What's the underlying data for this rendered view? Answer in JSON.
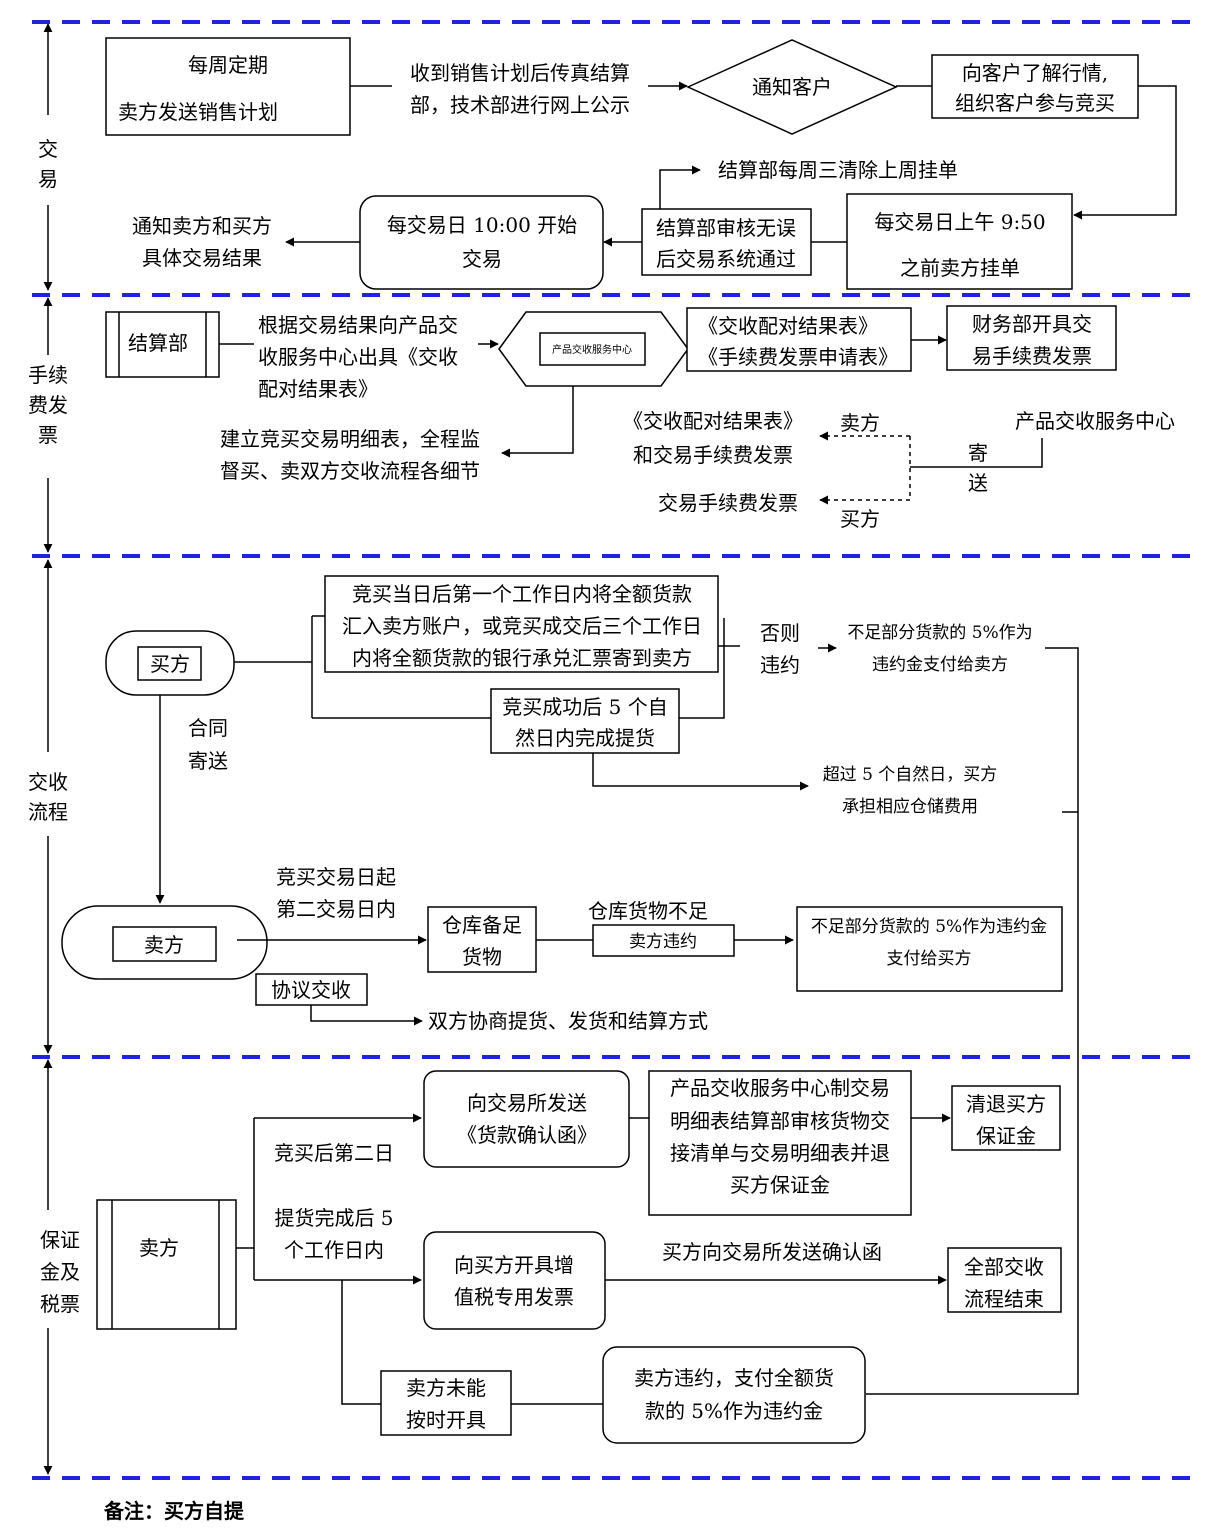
{
  "sections": {
    "trade": [
      "交",
      "易"
    ],
    "fee": [
      "手续",
      "费发",
      "票"
    ],
    "delivery": [
      "交收",
      "流程"
    ],
    "deposit": [
      "保证",
      "金及",
      "税票"
    ]
  },
  "trade": {
    "weekly": [
      "每周定期",
      "卖方发送销售计划"
    ],
    "receive_plan": [
      "收到销售计划后传真结算",
      "部，技术部进行网上公示"
    ],
    "notify_customer": "通知客户",
    "understand_market": [
      "向客户了解行情,",
      "组织客户参与竞买"
    ],
    "clear_orders": "结算部每周三清除上周挂单",
    "seller_listing": [
      "每交易日上午 9:50",
      "之前卖方挂单"
    ],
    "settle_review": [
      "结算部审核无误",
      "后交易系统通过"
    ],
    "start_trade": [
      "每交易日 10:00 开始",
      "交易"
    ],
    "notify_result": [
      "通知卖方和买方",
      "具体交易结果"
    ]
  },
  "fee": {
    "settlement_dept": "结算部",
    "issue_table": [
      "根据交易结果向产品交",
      "收服务中心出具《交收",
      "配对结果表》"
    ],
    "service_center": "产品交收服务中心",
    "docs": [
      "《交收配对结果表》",
      "《手续费发票申请表》"
    ],
    "finance_invoice": [
      "财务部开具交",
      "易手续费发票"
    ],
    "supervise": [
      "建立竞买交易明细表，全程监",
      "督买、卖双方交收流程各细节"
    ],
    "center_label": "产品交收服务中心",
    "send": [
      "寄",
      "送"
    ],
    "seller": "卖方",
    "buyer": "买方",
    "seller_docs": [
      "《交收配对结果表》",
      "和交易手续费发票"
    ],
    "buyer_docs": "交易手续费发票"
  },
  "delivery": {
    "buyer": "买方",
    "payment_rule": [
      "竞买当日后第一个工作日内将全额货款",
      "汇入卖方账户，或竞买成交后三个工作日",
      "内将全额货款的银行承兑汇票寄到卖方"
    ],
    "otherwise": [
      "否则",
      "违约"
    ],
    "buyer_penalty": [
      "不足部分货款的 5%作为",
      "违约金支付给卖方"
    ],
    "pickup": [
      "竞买成功后 5 个自",
      "然日内完成提货"
    ],
    "overdue": [
      "超过 5 个自然日，买方",
      "承担相应仓储费用"
    ],
    "contract_send": [
      "合同",
      "寄送"
    ],
    "seller": "卖方",
    "from_day": [
      "竞买交易日起",
      "第二交易日内"
    ],
    "warehouse": [
      "仓库备足",
      "货物"
    ],
    "shortage": "仓库货物不足",
    "seller_default": "卖方违约",
    "seller_penalty": [
      "不足部分货款的 5%作为违约金",
      "支付给买方"
    ],
    "agreement": "协议交收",
    "negotiate": "双方协商提货、发货和结算方式"
  },
  "deposit": {
    "seller": "卖方",
    "second_day": "竞买后第二日",
    "send_confirm": [
      "向交易所发送",
      "《货款确认函》"
    ],
    "center_process": [
      "产品交收服务中心制交易",
      "明细表结算部审核货物交",
      "接清单与交易明细表并退",
      "买方保证金"
    ],
    "refund_deposit": [
      "清退买方",
      "保证金"
    ],
    "after_pickup": [
      "提货完成后 5",
      "个工作日内"
    ],
    "vat_invoice": [
      "向买方开具增",
      "值税专用发票"
    ],
    "buyer_confirm": "买方向交易所发送确认函",
    "finish": [
      "全部交收",
      "流程结束"
    ],
    "late": [
      "卖方未能",
      "按时开具"
    ],
    "default_pay": [
      "卖方违约，支付全额货",
      "款的 5%作为违约金"
    ]
  },
  "note": "备注：买方自提"
}
